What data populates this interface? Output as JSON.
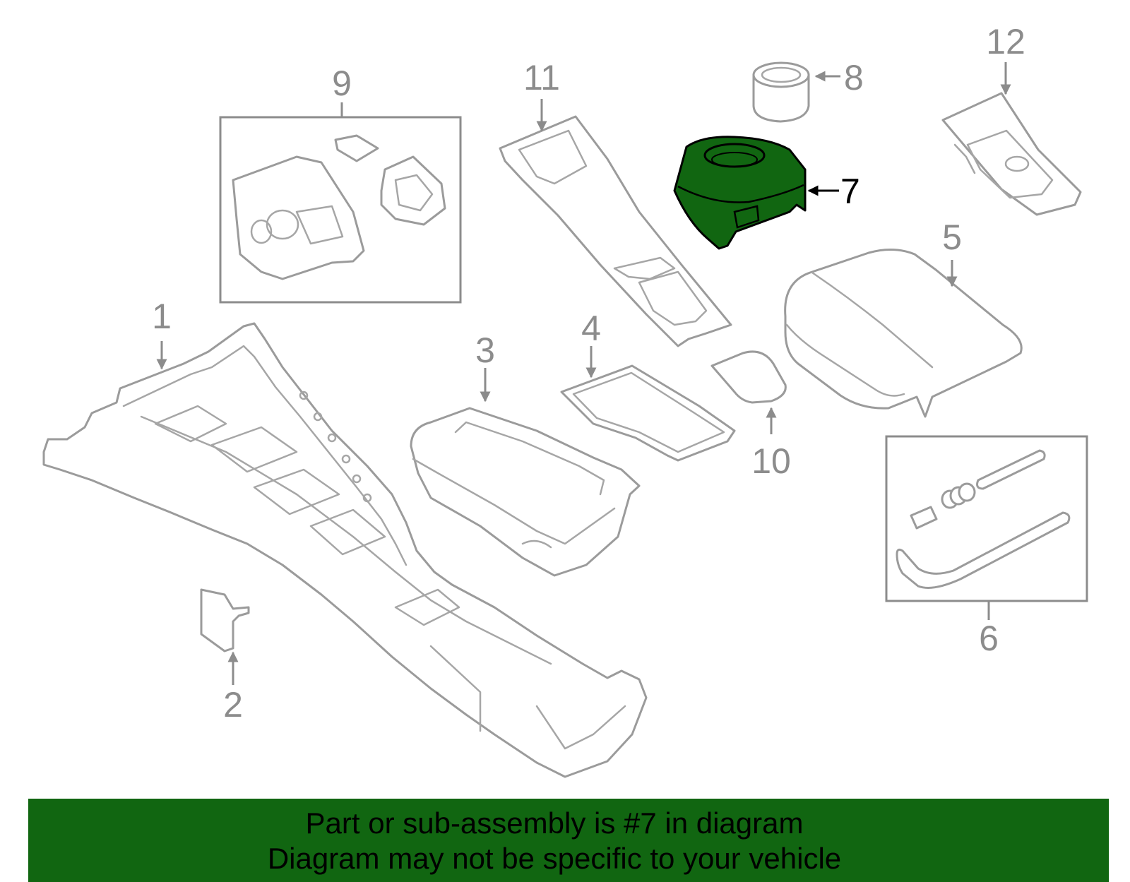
{
  "diagram": {
    "highlighted_part": "7",
    "highlight_color": "#116611",
    "line_color": "#9b9b9b",
    "callouts": [
      "1",
      "2",
      "3",
      "4",
      "5",
      "6",
      "7",
      "8",
      "9",
      "10",
      "11",
      "12"
    ]
  },
  "banner": {
    "line1": "Part or sub-assembly is #7 in diagram",
    "line2": "Diagram may not be specific to your vehicle",
    "background": "#116611"
  }
}
